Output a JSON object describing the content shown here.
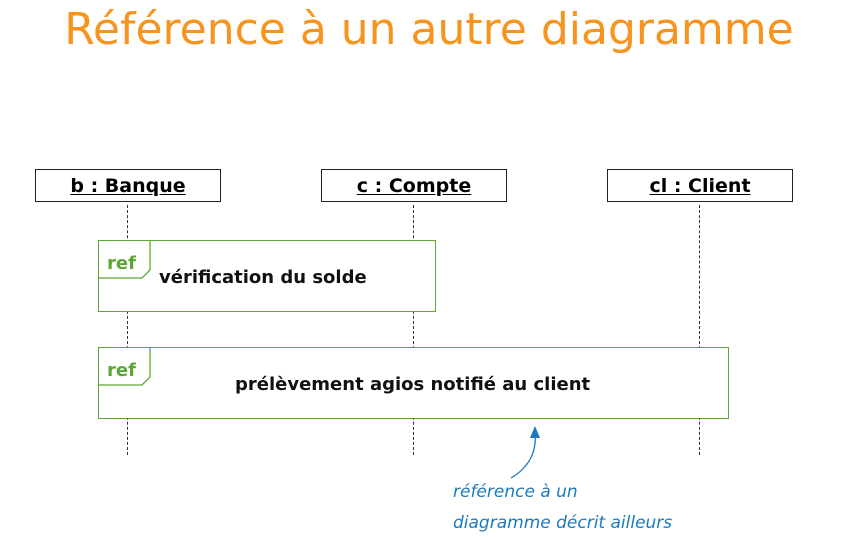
{
  "title": "Référence à un autre diagramme",
  "lifelines": [
    {
      "label": "b : Banque"
    },
    {
      "label": "c : Compte"
    },
    {
      "label": "cl : Client"
    }
  ],
  "frames": [
    {
      "tag": "ref",
      "text": "vérification du solde"
    },
    {
      "tag": "ref",
      "text": "prélèvement agios notifié au client"
    }
  ],
  "annotation": {
    "line1": "référence à un",
    "line2": "diagramme décrit ailleurs"
  },
  "colors": {
    "title": "#f7941d",
    "frame": "#5ca734",
    "annotation": "#1a7abf"
  }
}
